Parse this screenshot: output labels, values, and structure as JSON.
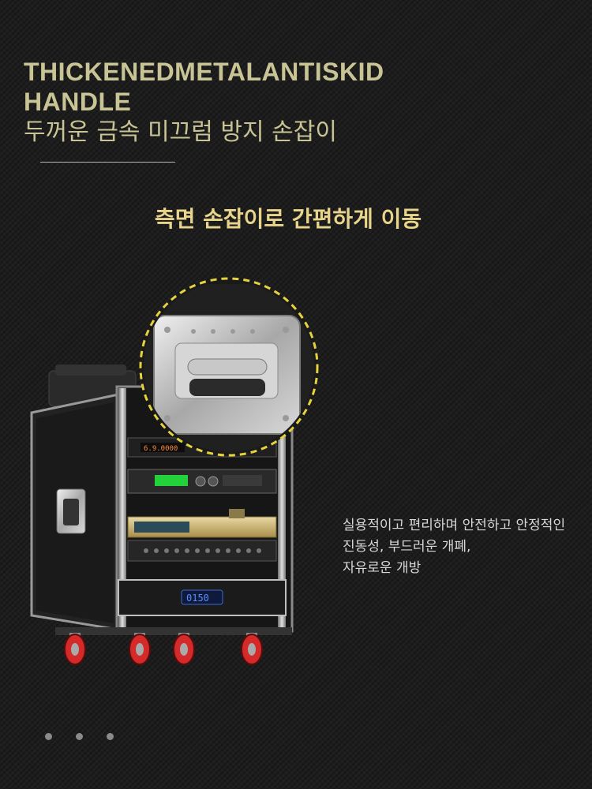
{
  "heading": {
    "title_en": "THICKENEDMETALANTISKIDHANDLE",
    "title_ko": "두꺼운 금속 미끄럼 방지 손잡이"
  },
  "subtitle": "측면 손잡이로 간편하게 이동",
  "description": [
    "실용적이고 편리하며 안전하고 안정적인 진동성, 부드러운 개폐,",
    "자유로운 개방"
  ],
  "device_labels": {
    "display_text": "6.9.0000",
    "amp_display": "0150"
  },
  "colors": {
    "heading": "#c9c495",
    "subtitle": "#e8d58b",
    "highlight_ring": "#e6d23c",
    "wheel": "#d42a2a"
  },
  "carousel": {
    "dots": 3,
    "active": 0
  }
}
